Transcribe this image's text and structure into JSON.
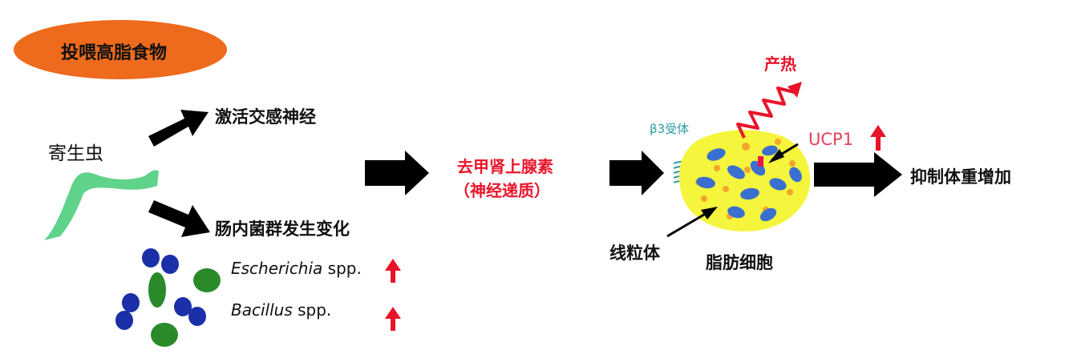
{
  "start_label": "投喂高脂食物",
  "parasite_label": "寄生虫",
  "sympathetic_label": "激活交感神经",
  "microbiota_label": "肠内菌群发生变化",
  "bacteria": [
    {
      "genus": "Escherichia",
      "suffix": " spp.",
      "trend": "up"
    },
    {
      "genus": "Bacillus",
      "suffix": " spp.",
      "trend": "up"
    }
  ],
  "hormone_line1": "去甲肾上腺素",
  "hormone_line2": "（神经递质）",
  "receptor_label": "β3受体",
  "heat_label": "产热",
  "ucp1_label": "UCP1",
  "mitochondria_label": "线粒体",
  "adipocyte_label": "脂肪细胞",
  "result_label": "抑制体重增加",
  "colors": {
    "oval": "#ee6a1c",
    "parasite": "#5fd38a",
    "heat_red": "#e8152a",
    "hormone_red": "#e8152a",
    "ucp1_text": "#e2405a",
    "receptor_teal": "#2b9aa6",
    "cell_fill": "#f4f53c",
    "mito_blue": "#3a6fd0",
    "bacteria_navy": "#1a2fa8",
    "bacteria_green": "#2a8a2a",
    "orange_dot": "#f4a62a"
  }
}
